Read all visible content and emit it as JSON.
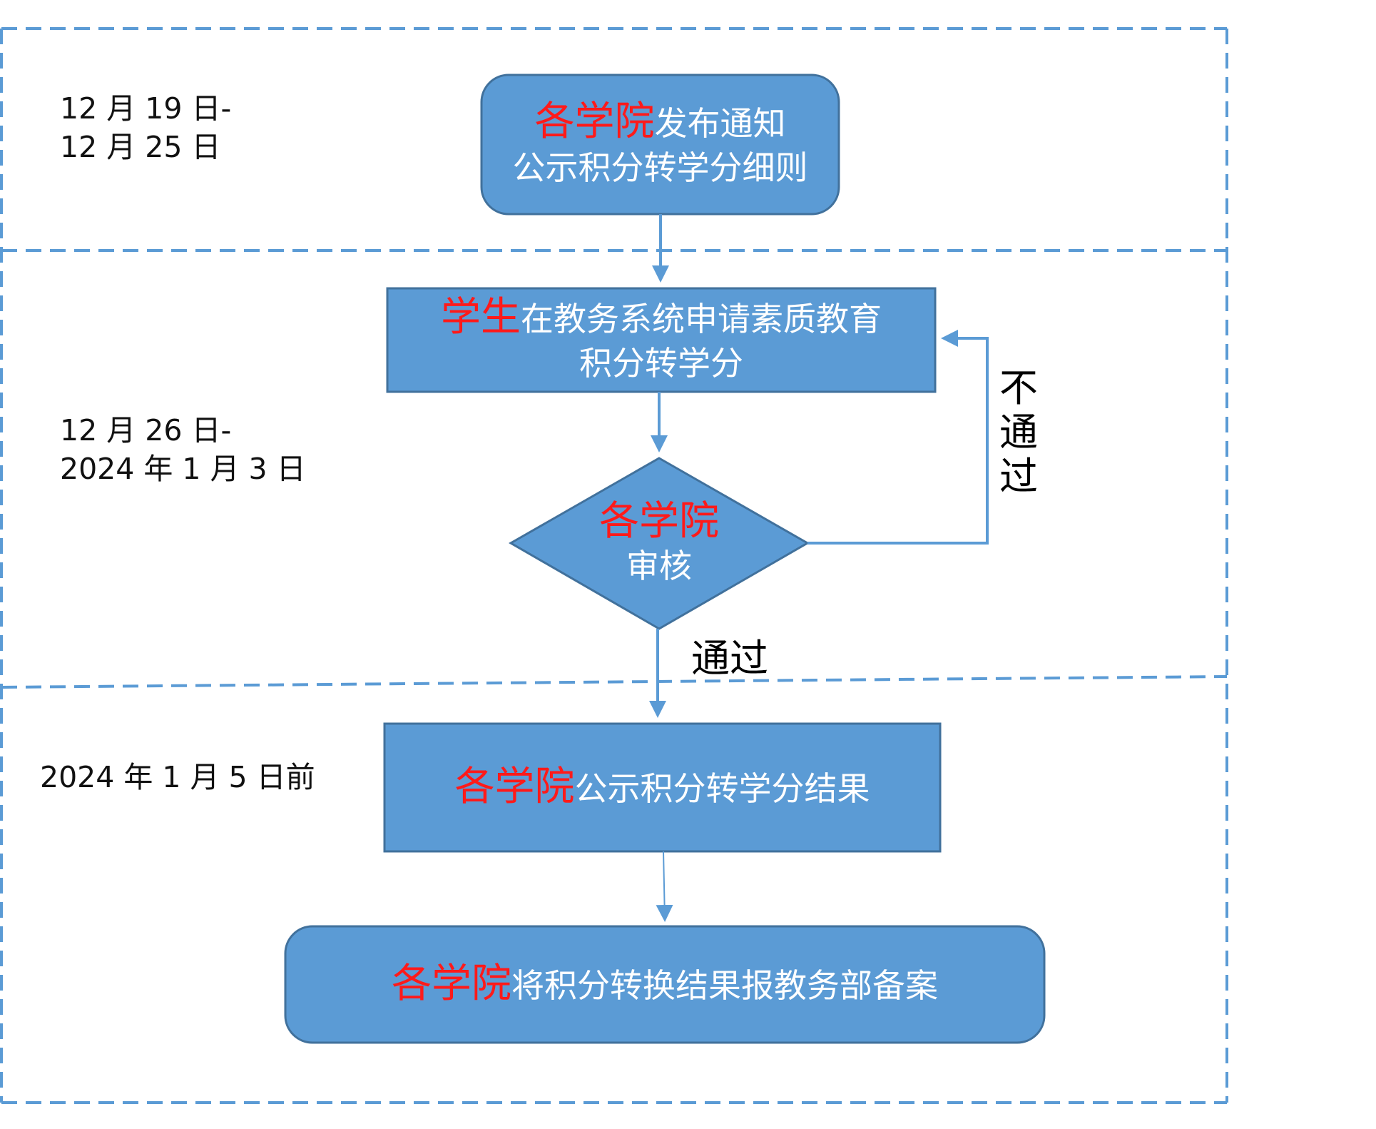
{
  "colors": {
    "node_fill": "#5b9bd5",
    "node_stroke": "#41719c",
    "dashed_border": "#5b9bd5",
    "arrow": "#5b9bd5",
    "highlight_text": "#ff1a1a",
    "node_text": "#ffffff"
  },
  "phases": [
    {
      "date_line1": "12 月 19 日-",
      "date_line2": "12 月 25 日"
    },
    {
      "date_line1": "12 月 26 日-",
      "date_line2": "2024 年 1 月 3 日"
    },
    {
      "date_line1": "2024 年 1 月 5 日前"
    }
  ],
  "nodes": {
    "publish_notice": {
      "shape": "rounded-rectangle",
      "actor": "各学院",
      "line1_rest": "发布通知",
      "line2": "公示积分转学分细则"
    },
    "student_apply": {
      "shape": "rectangle",
      "actor": "学生",
      "line1_rest": "在教务系统申请素质教育",
      "line2": "积分转学分"
    },
    "college_review": {
      "shape": "diamond",
      "actor": "各学院",
      "line2": "审核"
    },
    "publish_result": {
      "shape": "rectangle",
      "actor": "各学院",
      "line1_rest": "公示积分转学分结果"
    },
    "report_archive": {
      "shape": "rounded-rectangle",
      "actor": "各学院",
      "line1_rest": "将积分转换结果报教务部备案"
    }
  },
  "edges": {
    "rejected_label": "不通过",
    "approved_label": "通过"
  }
}
